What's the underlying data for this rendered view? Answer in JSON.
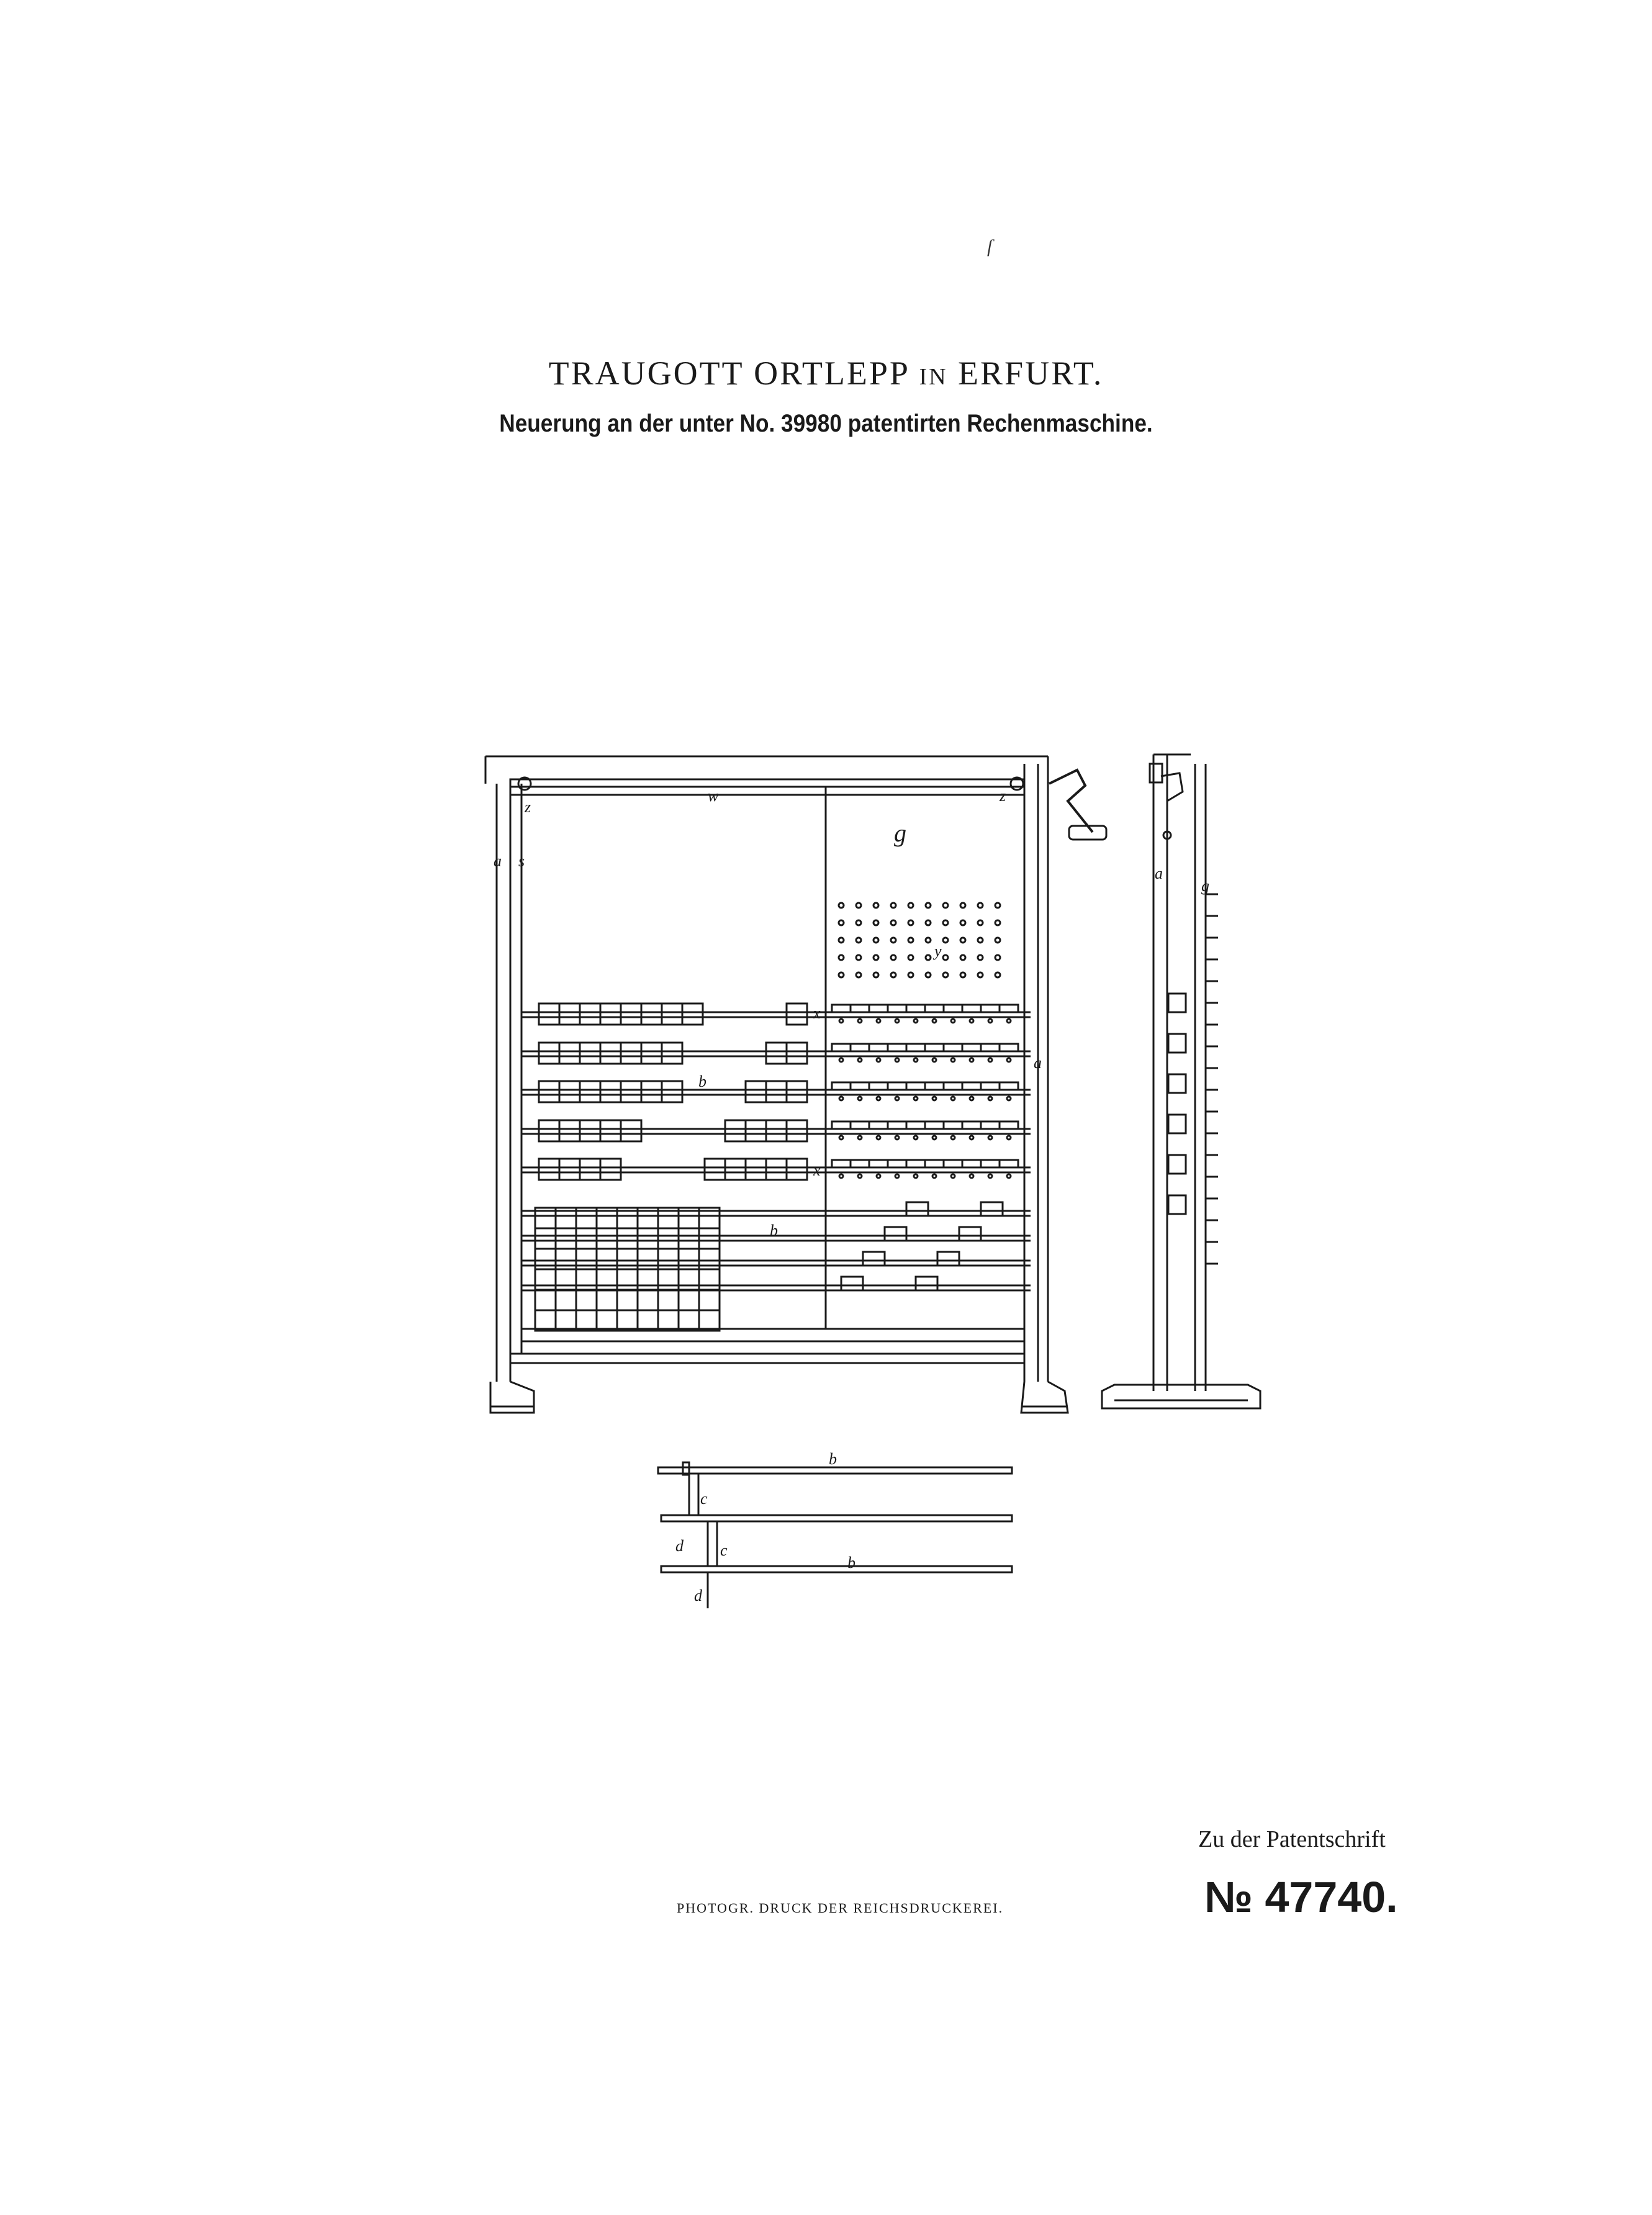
{
  "header": {
    "name": "TRAUGOTT ORTLEPP",
    "connector": "IN",
    "place": "ERFURT.",
    "subtitle": "Neuerung an der unter No. 39980 patentirten Rechenmaschine."
  },
  "footer": {
    "zu_der": "Zu der Patentschrift",
    "patent_number": "№ 47740.",
    "printer": "PHOTOGR. DRUCK DER REICHSDRUCKEREI."
  },
  "figure_labels": {
    "a": "a",
    "b": "b",
    "c": "c",
    "d": "d",
    "g": "g",
    "s": "s",
    "w": "w",
    "x": "x",
    "y": "y",
    "z": "z"
  },
  "colors": {
    "ink": "#1a1a1a",
    "paper": "#ffffff"
  }
}
